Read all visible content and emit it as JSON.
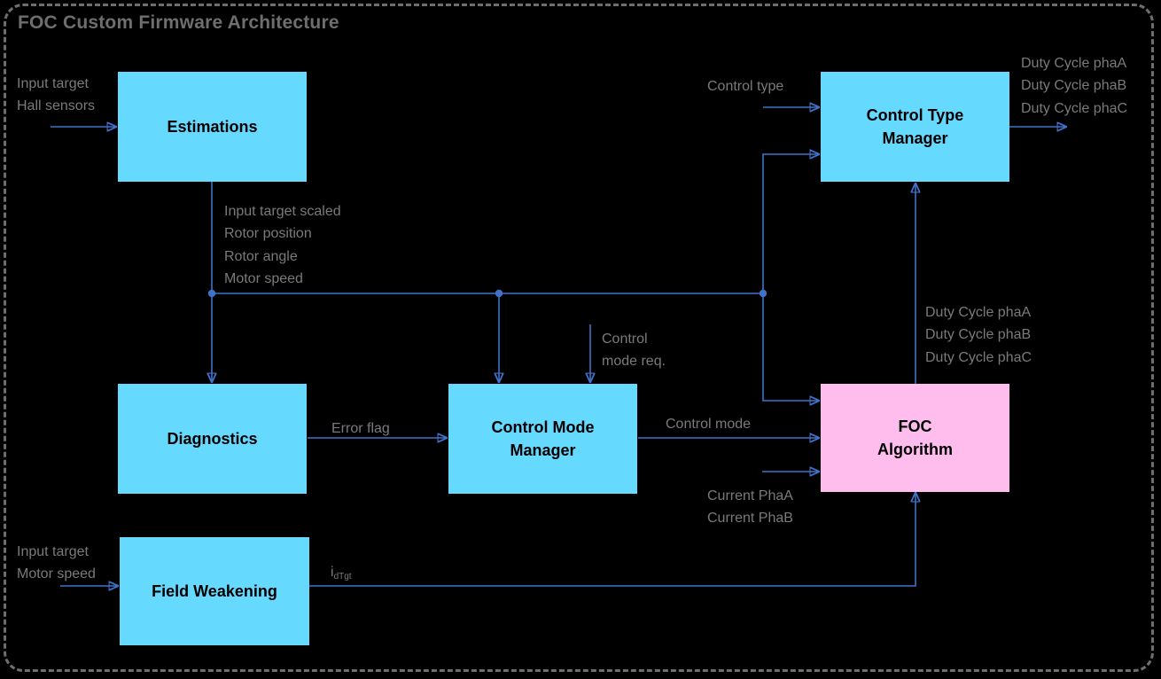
{
  "diagram": {
    "title": "FOC Custom Firmware Architecture",
    "colors": {
      "background": "#000000",
      "frame_border": "#6e6e6e",
      "title_text": "#6e6e6e",
      "node_cyan": "#66d9ff",
      "node_pink": "#ffbdee",
      "node_text": "#000000",
      "edge_label_text": "#7a7a7a",
      "wire": "#3f72c8"
    },
    "nodes": [
      {
        "id": "estimations",
        "label": "Estimations",
        "fill": "#66d9ff"
      },
      {
        "id": "diagnostics",
        "label": "Diagnostics",
        "fill": "#66d9ff"
      },
      {
        "id": "field_weakening",
        "label": "Field Weakening",
        "fill": "#66d9ff"
      },
      {
        "id": "control_mode_manager",
        "label": "Control Mode\nManager",
        "fill": "#66d9ff"
      },
      {
        "id": "control_type_manager",
        "label": "Control Type\nManager",
        "fill": "#66d9ff"
      },
      {
        "id": "foc_algorithm",
        "label": "FOC\nAlgorithm",
        "fill": "#ffbdee"
      }
    ],
    "labels": {
      "estimations_input": "Input target\nHall sensors",
      "estimations_bus": "Input target scaled\nRotor position\nRotor angle\nMotor speed",
      "error_flag": "Error flag",
      "control_mode_req": "Control\nmode req.",
      "control_mode": "Control mode",
      "control_type": "Control type",
      "duty_cycle_out_top": "Duty Cycle phaA\nDuty Cycle phaB\nDuty Cycle phaC",
      "duty_cycle_foc": "Duty Cycle phaA\nDuty Cycle phaB\nDuty Cycle phaC",
      "current_phases": "Current PhaA\nCurrent PhaB",
      "field_weakening_input": "Input target\nMotor speed",
      "idtgt_base": "i",
      "idtgt_sub": "dTgt"
    }
  }
}
